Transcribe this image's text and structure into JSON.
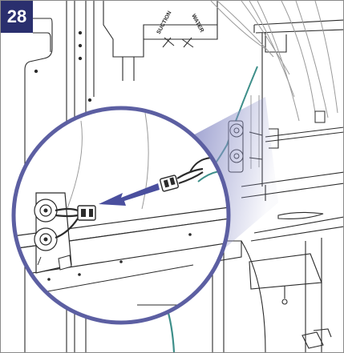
{
  "step": {
    "number": "28"
  },
  "illustration": {
    "duct_label_left": "SUCTION",
    "duct_label_right": "WATER",
    "colors": {
      "line": "#2b2b2b",
      "light_line": "#9a9a9a",
      "callout": "#5c5fa2",
      "callout_fill": "#8f93c9",
      "arrow": "#4a4f9e",
      "badge": "#2a2f6e",
      "wire_teal": "#3e8f8a"
    },
    "icons": [
      "disconnect-arrow-icon",
      "wire-connector-icon"
    ]
  }
}
